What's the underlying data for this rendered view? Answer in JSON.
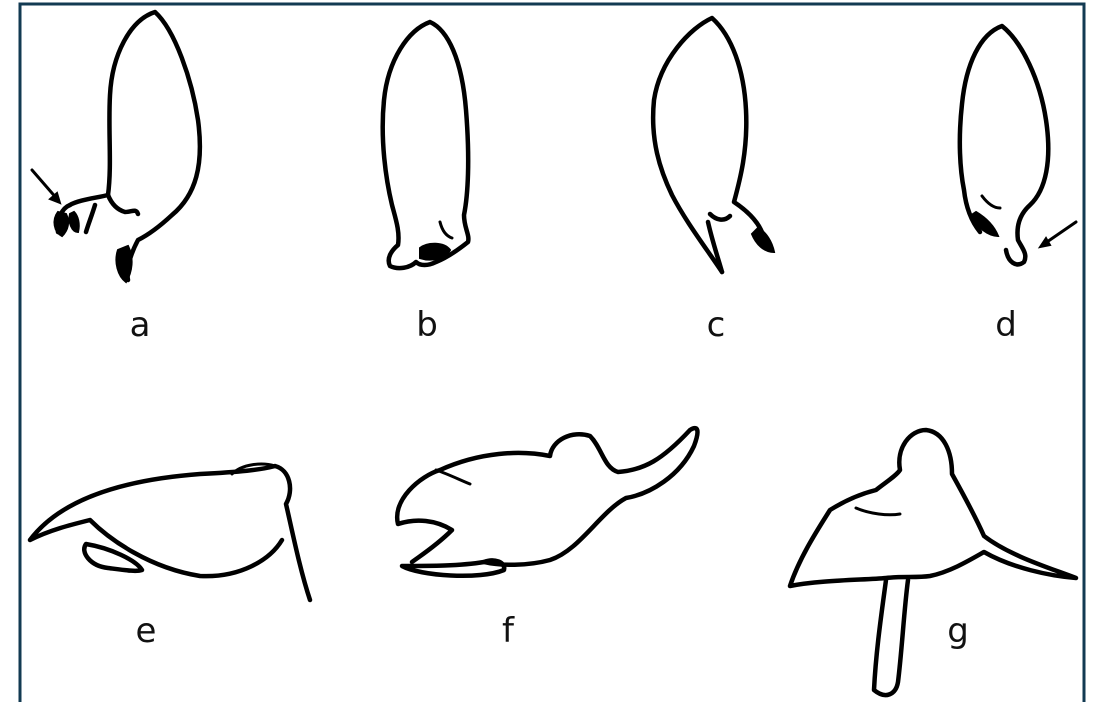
{
  "figure": {
    "border_color": "#123a52",
    "line_color": "#000000",
    "panels": [
      {
        "id": "a",
        "label": "a",
        "icon": "larva-shape-icon",
        "arrow": true
      },
      {
        "id": "b",
        "label": "b",
        "icon": "larva-shape-icon",
        "arrow": false
      },
      {
        "id": "c",
        "label": "c",
        "icon": "larva-shape-icon",
        "arrow": false
      },
      {
        "id": "d",
        "label": "d",
        "icon": "larva-shape-icon",
        "arrow": true
      },
      {
        "id": "e",
        "label": "e",
        "icon": "larva-shape-icon",
        "arrow": false
      },
      {
        "id": "f",
        "label": "f",
        "icon": "larva-shape-icon",
        "arrow": false
      },
      {
        "id": "g",
        "label": "g",
        "icon": "larva-shape-icon",
        "arrow": false
      }
    ]
  }
}
